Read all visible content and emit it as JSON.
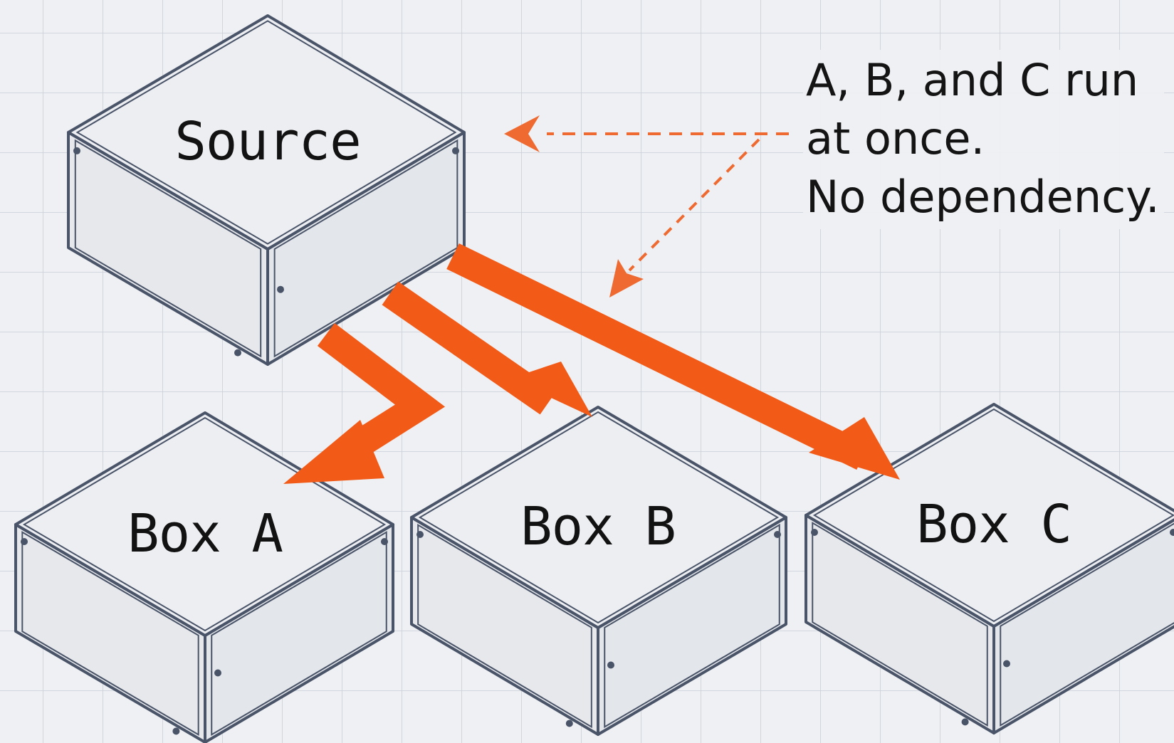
{
  "diagram": {
    "nodes": {
      "source": {
        "label": "Source"
      },
      "box_a": {
        "label": "Box A"
      },
      "box_b": {
        "label": "Box B"
      },
      "box_c": {
        "label": "Box C"
      }
    },
    "annotation": {
      "lines": [
        "A, B, and C run",
        "at once.",
        "No dependency."
      ]
    },
    "edges": [
      {
        "from": "source",
        "to": "box_a"
      },
      {
        "from": "source",
        "to": "box_b"
      },
      {
        "from": "source",
        "to": "box_c"
      }
    ]
  },
  "colors": {
    "background": "#eef0f3",
    "grid": "#c9ced8",
    "box_stroke": "#4a5468",
    "box_top": "#eceef2",
    "box_side_left": "#e6e8ec",
    "box_side_right": "#e3e6ea",
    "arrow": "#f25a17",
    "annotation_arrow": "#ef6a30",
    "text": "#141414"
  }
}
